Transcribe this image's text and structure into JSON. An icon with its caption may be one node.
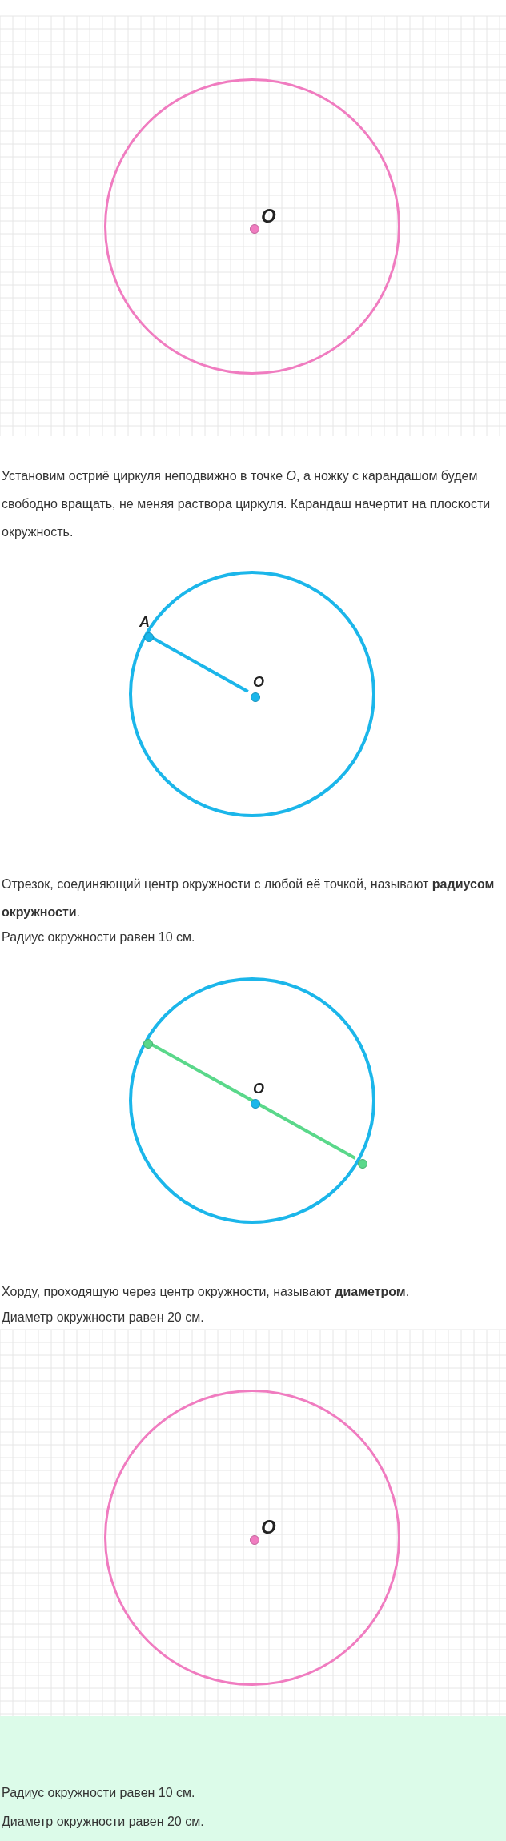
{
  "diagram": {
    "nodes": [
      {
        "text": [],
        "shape": "circle"
      },
      {
        "text": [
          "O"
        ],
        "in": 0
      },
      {
        "text": [],
        "shape": "circle"
      },
      {
        "text": [
          "A"
        ],
        "in": 2
      },
      {
        "text": [
          "O"
        ],
        "in": 2
      },
      {
        "text": [],
        "shape": "circle"
      },
      {
        "text": [],
        "shape": "circle",
        "in": 5
      },
      {
        "text": [
          "O"
        ],
        "in": 5
      },
      {
        "text": [],
        "shape": "circle",
        "in": 5
      },
      {
        "text": [],
        "shape": "circle"
      },
      {
        "text": [
          "O"
        ],
        "in": 9
      }
    ],
    "edges": [
      {
        "from": 3,
        "to": 4,
        "arrow": "none",
        "color": "#1bb6ea"
      },
      {
        "from": 6,
        "to": 8,
        "arrow": "none",
        "color": "#5ad88a"
      }
    ],
    "labels": [
      "Установим остриё циркуля неподвижно в точке *O*, а ножку с карандашом будем свободно вращать, не меняя раствора циркуля. Карандаш начертит на плоскости окружность.",
      "Отрезок, соединяющий центр окружности с любой её точкой, называют **радиусом окружности**.",
      "Радиус окружности равен 10 см.",
      "Хорду, проходящую через центр окружности, называют **диаметром**.",
      "Диаметр окружности равен 20 см.",
      "Радиус окружности равен 10 см.",
      "Диаметр окружности равен 20 см."
    ]
  }
}
